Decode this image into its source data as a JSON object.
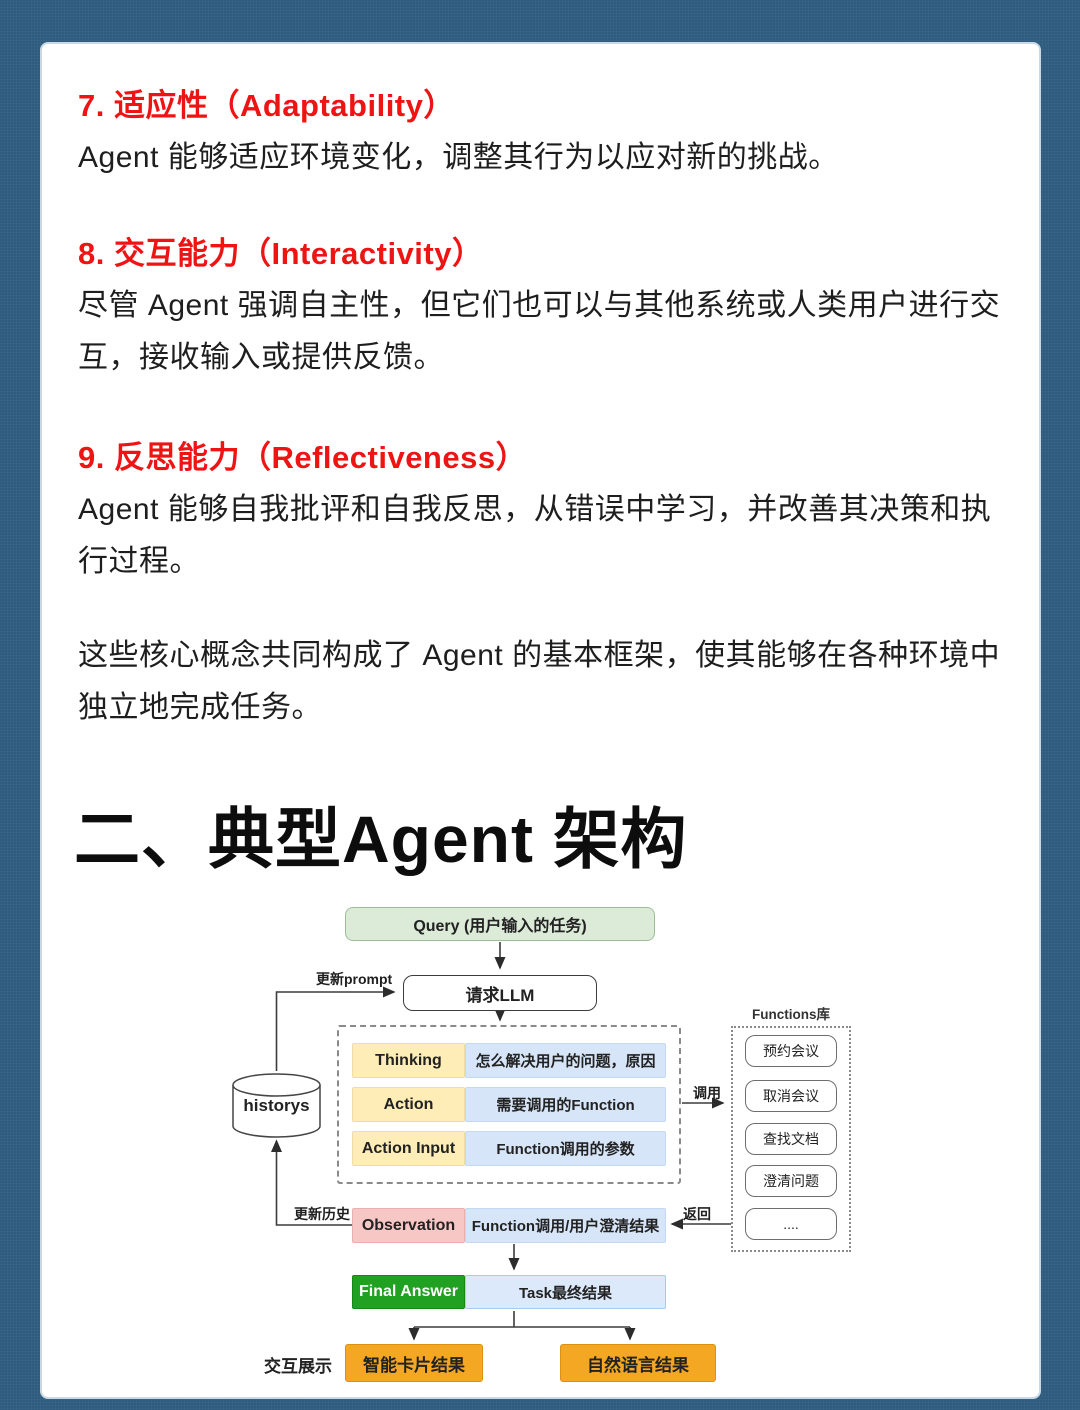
{
  "colors": {
    "page_background": "#2f5c7e",
    "card_background": "#ffffff",
    "heading_red": "#ef1414",
    "body_text": "#1e1e1e",
    "query_green_fill": "#dcead8",
    "react_yellow_fill": "#ffedb8",
    "react_blue_fill": "#d7e5f8",
    "observation_pink_fill": "#f7c7c6",
    "final_answer_green": "#21a121",
    "output_orange": "#f4a723",
    "wire_stroke": "#3c3c3c"
  },
  "article": {
    "sections": [
      {
        "heading": "7. 适应性（Adaptability）",
        "body": "Agent 能够适应环境变化，调整其行为以应对新的挑战。"
      },
      {
        "heading": "8. 交互能力（Interactivity）",
        "body": "尽管 Agent 强调自主性，但它们也可以与其他系统或人类用户进行交互，接收输入或提供反馈。"
      },
      {
        "heading": "9. 反思能力（Reflectiveness）",
        "body": "Agent 能够自我批评和自我反思，从错误中学习，并改善其决策和执行过程。"
      }
    ],
    "closing": "这些核心概念共同构成了 Agent 的基本框架，使其能够在各种环境中独立地完成任务。",
    "section_title": "二、典型Agent 架构"
  },
  "diagram": {
    "query": "Query (用户输入的任务)",
    "llm": "请求LLM",
    "react": {
      "rows": [
        {
          "key": "Thinking",
          "value": "怎么解决用户的问题，原因"
        },
        {
          "key": "Action",
          "value": "需要调用的Function"
        },
        {
          "key": "Action Input",
          "value": "Function调用的参数"
        }
      ]
    },
    "history": "historys",
    "observation": {
      "key": "Observation",
      "value": "Function调用/用户澄清结果"
    },
    "final": {
      "key": "Final Answer",
      "value": "Task最终结果"
    },
    "outputs": [
      "智能卡片结果",
      "自然语言结果"
    ],
    "functions": {
      "title": "Functions库",
      "items": [
        "预约会议",
        "取消会议",
        "查找文档",
        "澄清问题",
        "...."
      ]
    },
    "labels": {
      "update_prompt": "更新prompt",
      "invoke": "调用",
      "return": "返回",
      "update_history": "更新历史",
      "display": "交互展示"
    }
  }
}
